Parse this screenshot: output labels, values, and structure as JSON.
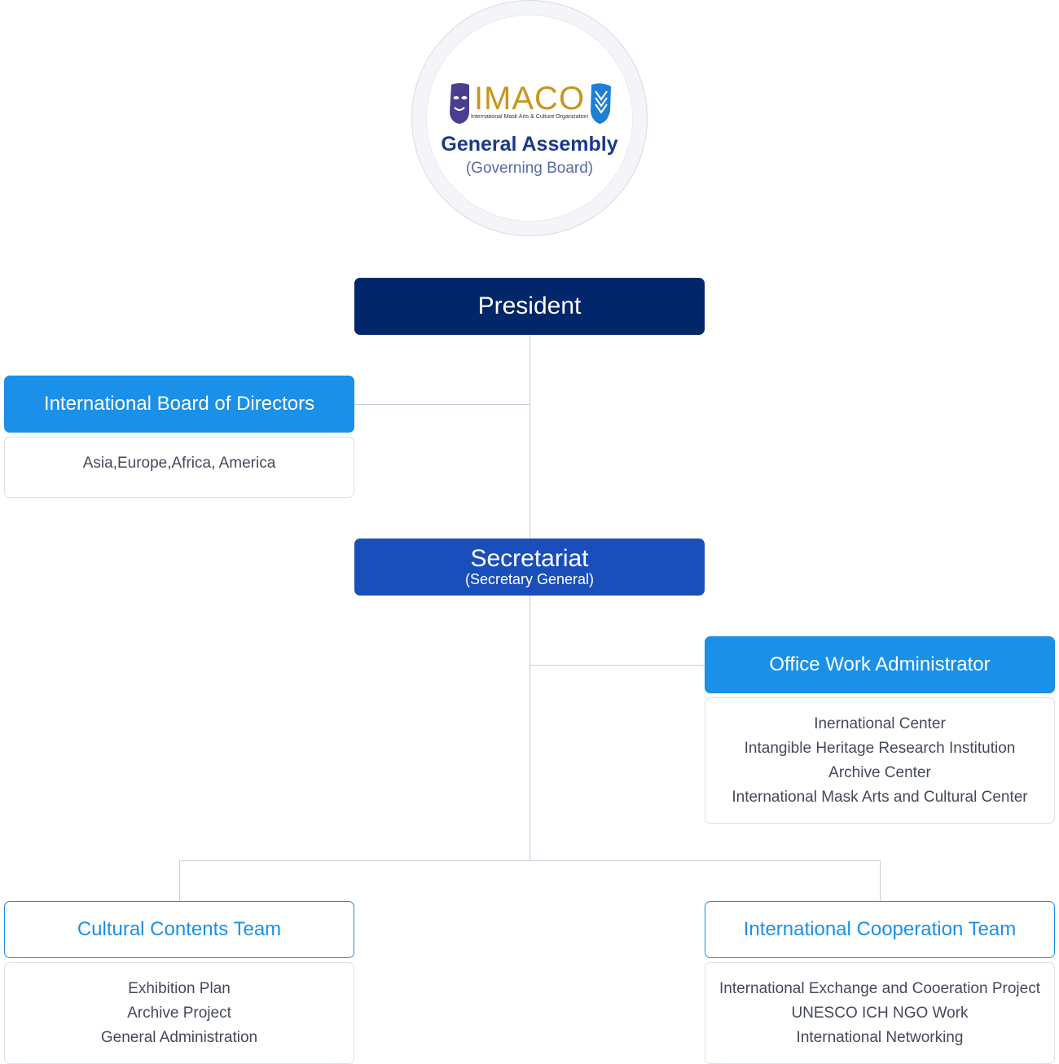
{
  "general_assembly": {
    "logo_text": "IMACO",
    "logo_subtitle": "International Mask Arts & Culture Organization",
    "title": "General Assembly",
    "subtitle": "(Governing Board)"
  },
  "president": {
    "label": "President"
  },
  "board": {
    "label": "International Board of Directors",
    "details": [
      "Asia,Europe,Africa, America"
    ]
  },
  "secretariat": {
    "label": "Secretariat",
    "sublabel": "(Secretary General)"
  },
  "office": {
    "label": "Office Work Administrator",
    "details": [
      "Inernational Center",
      "Intangible Heritage Research Institution",
      "Archive Center",
      "International Mask Arts and Cultural Center"
    ]
  },
  "cultural_team": {
    "label": "Cultural Contents Team",
    "details": [
      "Exhibition Plan",
      "Archive Project",
      "General Administration"
    ]
  },
  "intl_team": {
    "label": "International Cooperation Team",
    "details": [
      "International Exchange and Cooeration Project",
      "UNESCO ICH NGO Work",
      "International Networking"
    ]
  },
  "colors": {
    "president": "#012669",
    "secretariat": "#1a4fbb",
    "accent_blue": "#1a90e8",
    "line": "#c9cedd"
  }
}
